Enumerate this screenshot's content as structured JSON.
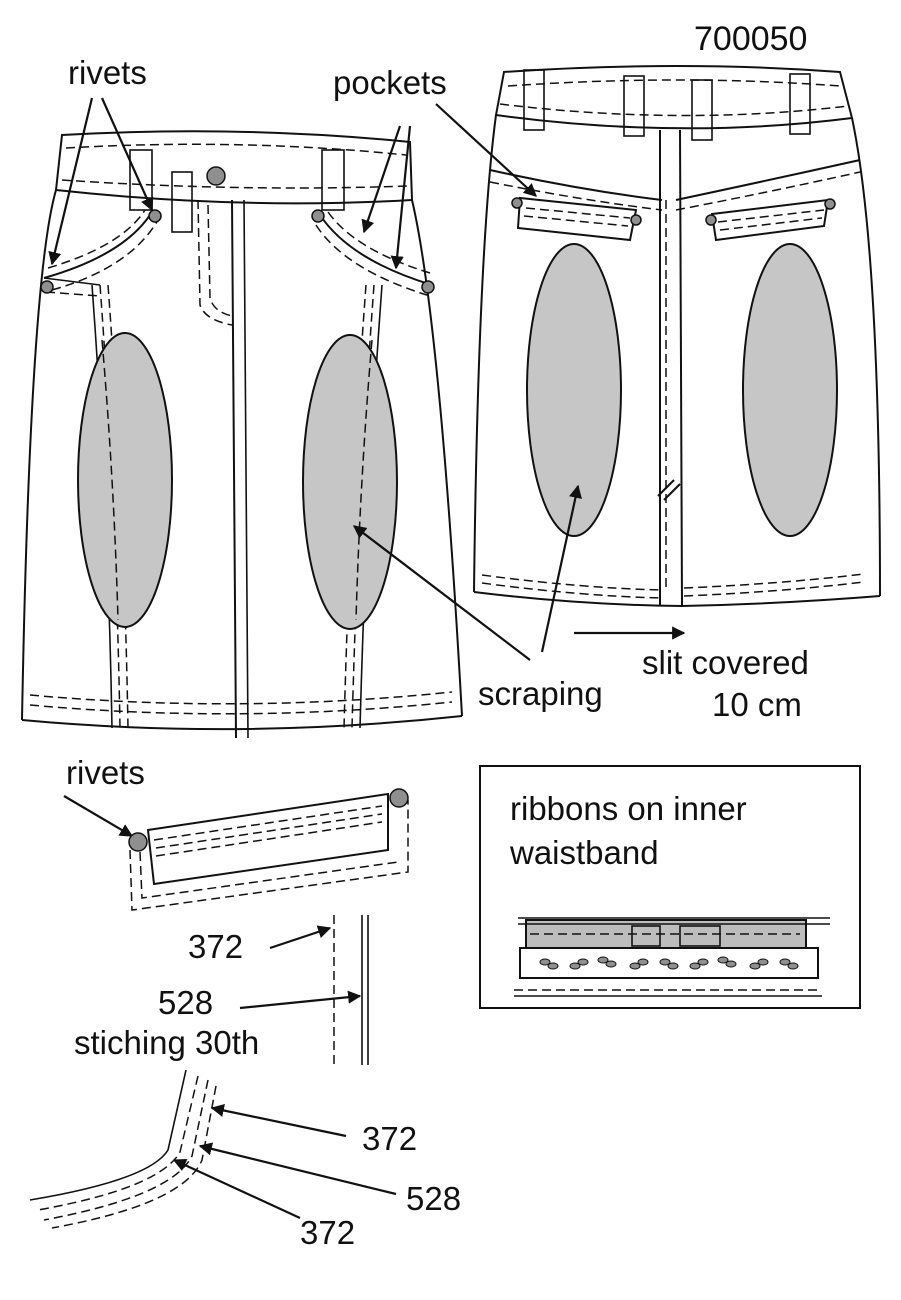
{
  "article_number": "700050",
  "labels": {
    "rivets_front": "rivets",
    "pockets": "pockets",
    "scraping": "scraping",
    "slit_line1": "slit covered",
    "slit_line2": "10 cm",
    "rivets_detail": "rivets",
    "box_line1": "ribbons on inner",
    "box_line2": "waistband",
    "stitch_372_a": "372",
    "stitch_528_a": "528",
    "stitching_note": "stiching 30th",
    "stitch_372_b": "372",
    "stitch_528_b": "528",
    "stitch_372_c": "372"
  },
  "colors": {
    "ink": "#111111",
    "scraping_fill": "#c6c6c6",
    "rivet_fill": "#8f8f8f",
    "ribbon_fill": "#bdbdbd"
  }
}
